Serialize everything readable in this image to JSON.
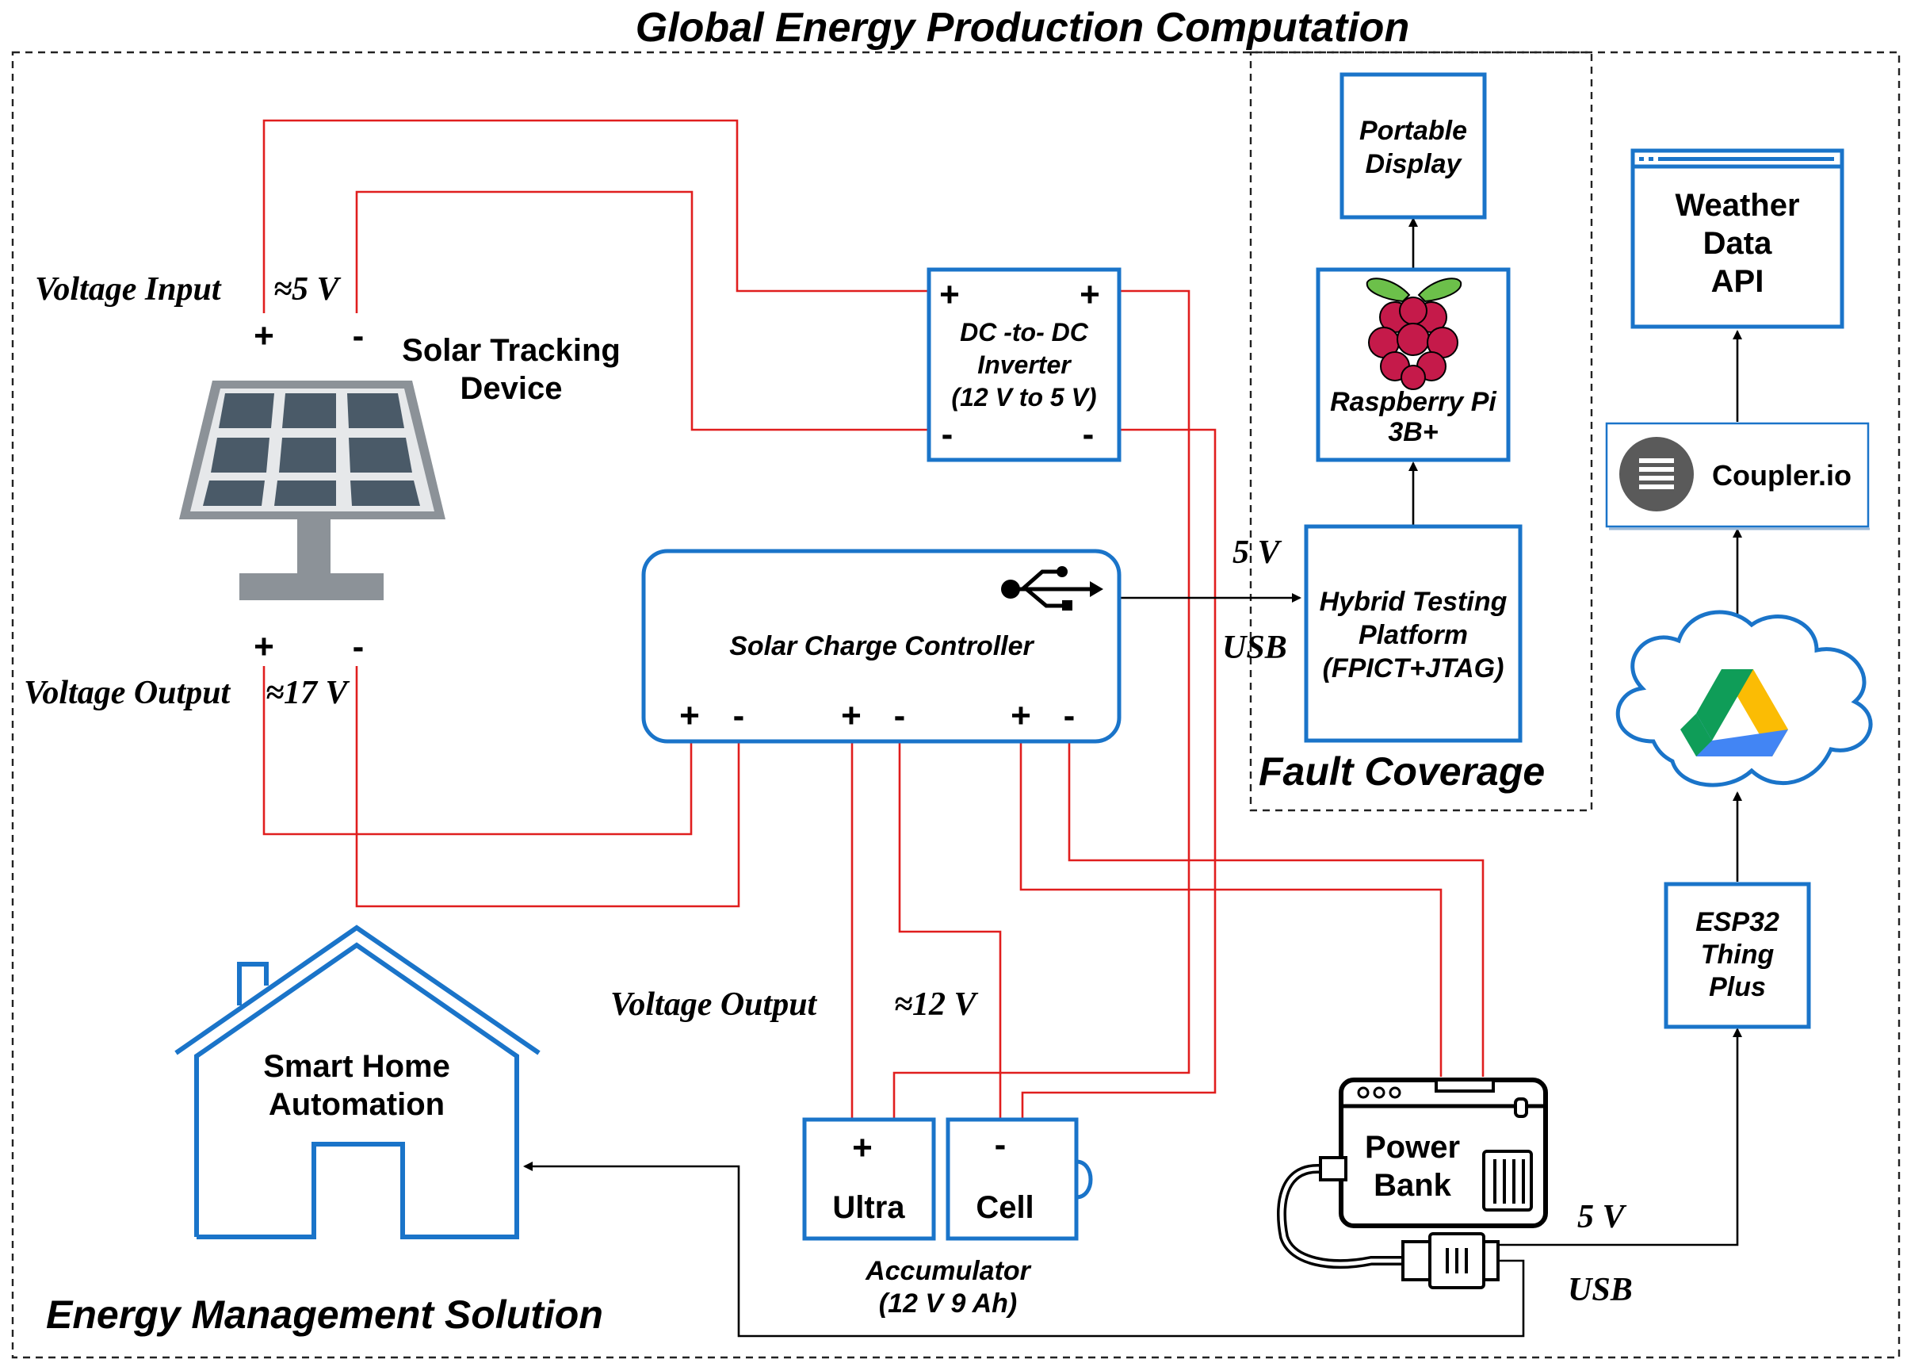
{
  "title": "Global Energy Production Computation",
  "regions": {
    "energy_management": "Energy Management Solution",
    "fault_coverage": "Fault Coverage"
  },
  "solar_panel": {
    "label_line1": "Solar Tracking",
    "label_line2": "Device",
    "input_label": "Voltage Input",
    "input_value": "≈5 V",
    "output_label": "Voltage Output",
    "output_value": "≈17 V",
    "plus": "+",
    "minus": "-"
  },
  "inverter": {
    "line1": "DC -to- DC",
    "line2": "Inverter",
    "line3": "(12 V to 5 V)",
    "plus": "+",
    "minus": "-"
  },
  "charge_controller": {
    "label": "Solar Charge Controller",
    "plus": "+",
    "minus": "-"
  },
  "usb_link": {
    "voltage": "5 V",
    "label": "USB"
  },
  "testing_platform": {
    "line1": "Hybrid Testing",
    "line2": "Platform",
    "line3": "(FPICT+JTAG)"
  },
  "raspberry_pi": {
    "line1": "Raspberry Pi",
    "line2": "3B+"
  },
  "portable_display": {
    "line1": "Portable",
    "line2": "Display"
  },
  "weather_api": {
    "line1": "Weather",
    "line2": "Data",
    "line3": "API"
  },
  "coupler": {
    "label": "Coupler.io"
  },
  "esp32": {
    "line1": "ESP32",
    "line2": "Thing",
    "line3": "Plus"
  },
  "power_bank": {
    "line1": "Power",
    "line2": "Bank",
    "usb_voltage": "5 V",
    "usb_label": "USB"
  },
  "accumulator": {
    "cell_left": "Ultra",
    "cell_right": "Cell",
    "plus": "+",
    "minus": "-",
    "label_line1": "Accumulator",
    "label_line2": "(12 V 9 Ah)",
    "output_label": "Voltage Output",
    "output_value": "≈12 V"
  },
  "smart_home": {
    "line1": "Smart Home",
    "line2": "Automation"
  },
  "colors": {
    "wire": "#e01e1e",
    "box_border": "#1a74c9",
    "panel_frame": "#8c9298",
    "panel_cell": "#4a5a68",
    "raspberry": "#c51a4a",
    "leaf": "#6cc04a"
  },
  "icons": [
    "solar-panel-icon",
    "usb-icon",
    "raspberry-pi-logo",
    "database-icon",
    "browser-window-icon",
    "cloud-icon",
    "google-drive-icon",
    "power-bank-icon",
    "house-icon",
    "battery-icon"
  ]
}
